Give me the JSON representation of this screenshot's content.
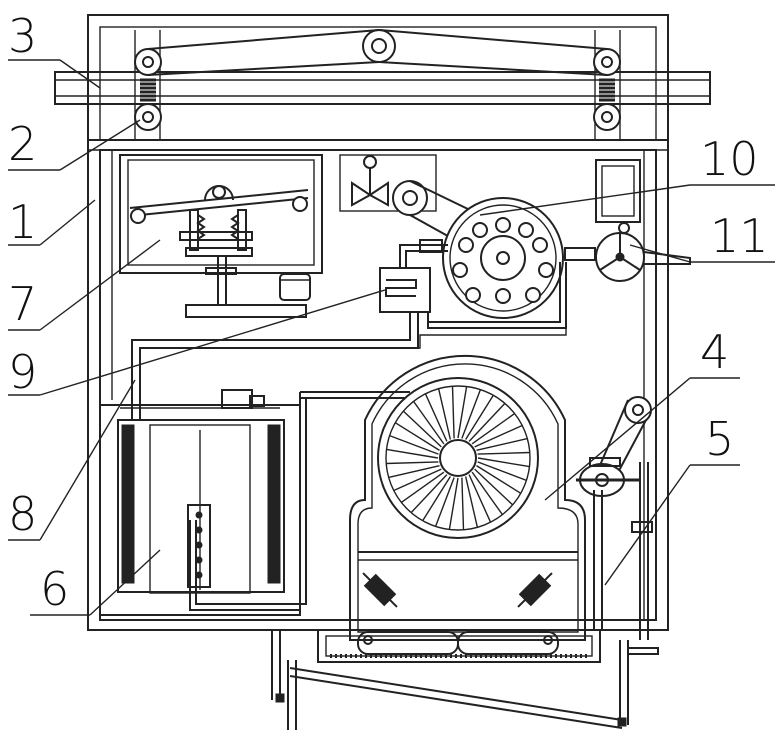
{
  "callouts": [
    {
      "id": "label-1",
      "text": "1"
    },
    {
      "id": "label-2",
      "text": "2"
    },
    {
      "id": "label-3",
      "text": "3"
    },
    {
      "id": "label-4",
      "text": "4"
    },
    {
      "id": "label-5",
      "text": "5"
    },
    {
      "id": "label-6",
      "text": "6"
    },
    {
      "id": "label-7",
      "text": "7"
    },
    {
      "id": "label-8",
      "text": "8"
    },
    {
      "id": "label-9",
      "text": "9"
    },
    {
      "id": "label-10",
      "text": "10"
    },
    {
      "id": "label-11",
      "text": "11"
    }
  ],
  "colors": {
    "line": "#222222",
    "background": "#ffffff"
  }
}
